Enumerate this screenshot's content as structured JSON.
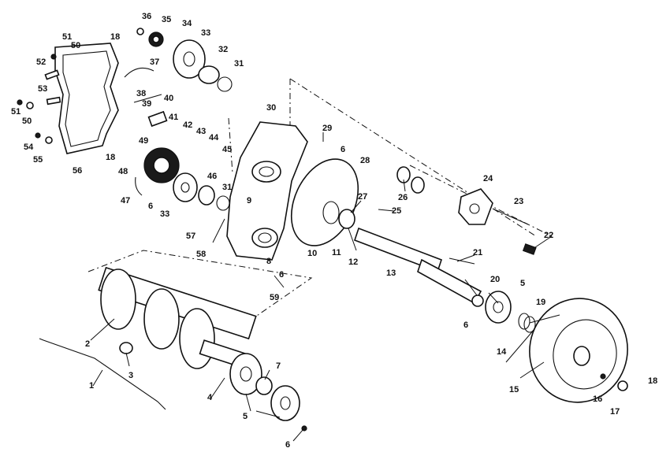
{
  "labels": [
    "1",
    "2",
    "3",
    "4",
    "5",
    "6",
    "7",
    "8",
    "9",
    "10",
    "11",
    "12",
    "13",
    "14",
    "15",
    "16",
    "17",
    "18",
    "19",
    "20",
    "21",
    "22",
    "23",
    "24",
    "25",
    "26",
    "27",
    "28",
    "29",
    "30",
    "31",
    "32",
    "33",
    "34",
    "35",
    "36",
    "37",
    "38",
    "39",
    "40",
    "41",
    "42",
    "43",
    "44",
    "45",
    "46",
    "47",
    "48",
    "49",
    "50",
    "51",
    "52",
    "53",
    "54",
    "55",
    "56",
    "57",
    "58",
    "59"
  ],
  "colors": {
    "ink": "#111111",
    "paper": "#ffffff"
  }
}
